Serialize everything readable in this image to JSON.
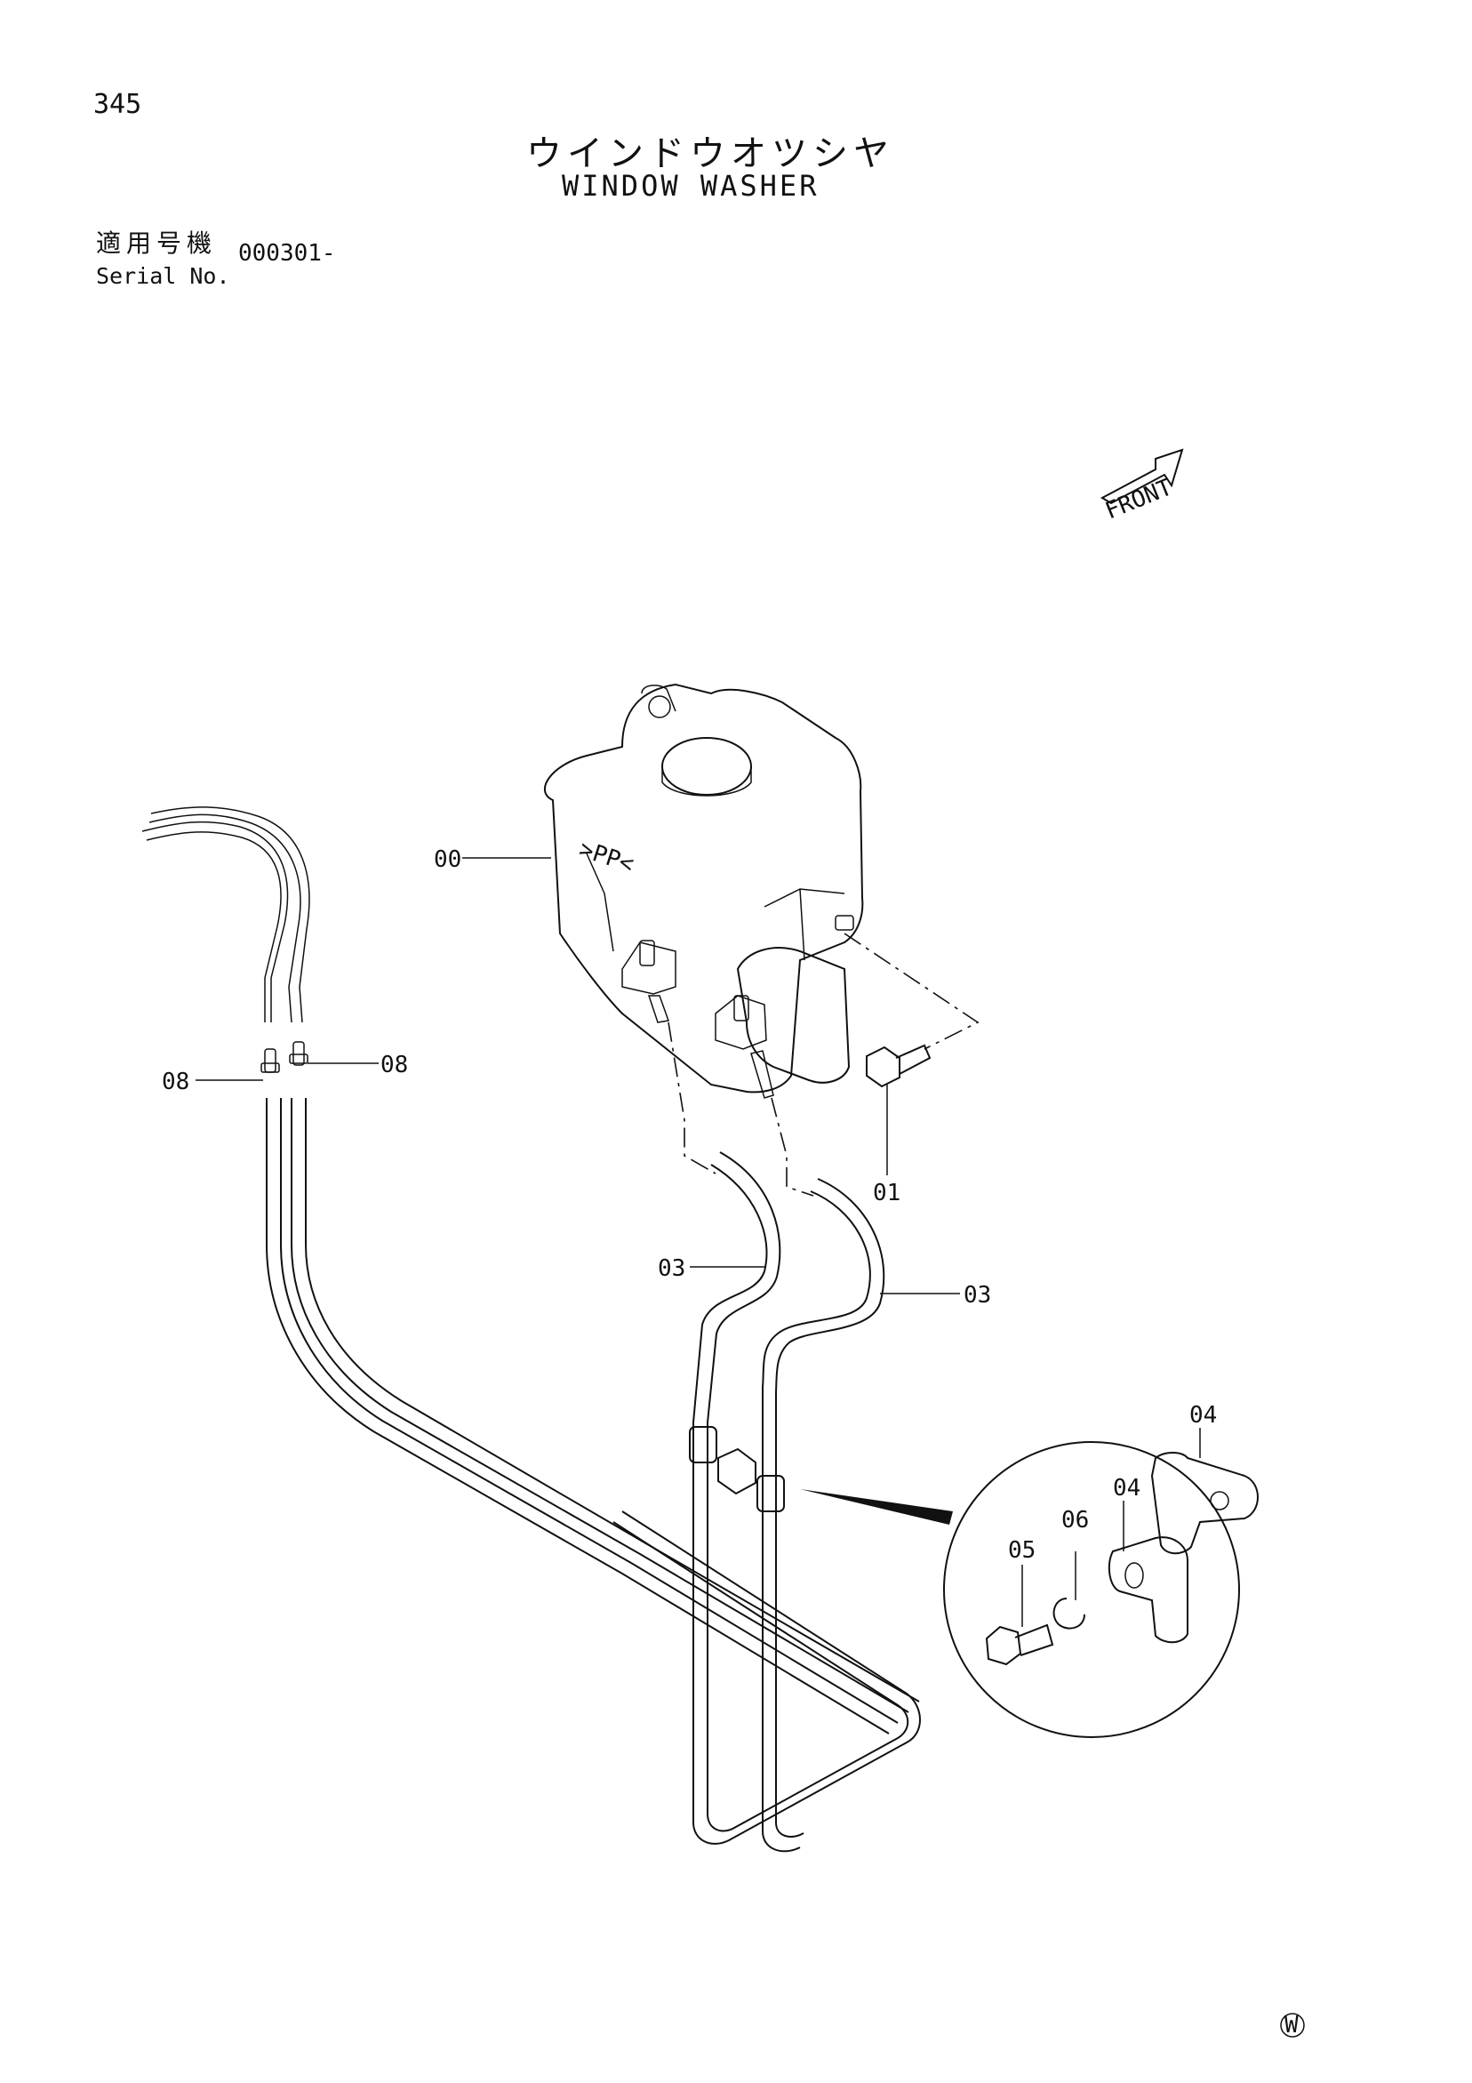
{
  "header": {
    "page_number": "345",
    "title_jp": "ウインドウオツシヤ",
    "title_en": "WINDOW WASHER",
    "serial_label_jp": "適用号機",
    "serial_label_en": "Serial No.",
    "serial_value": "000301-"
  },
  "front_arrow": {
    "label": "FRONT"
  },
  "callouts": {
    "tank": "00",
    "bolt": "01",
    "hose_left": "03",
    "hose_right": "03",
    "clamp_upper": "04",
    "clamp_lower": "04",
    "bolt_small": "05",
    "washer": "06",
    "joint_left": "08",
    "joint_right": "08"
  },
  "tank_marking": ">PP<",
  "footer_mark": "W"
}
